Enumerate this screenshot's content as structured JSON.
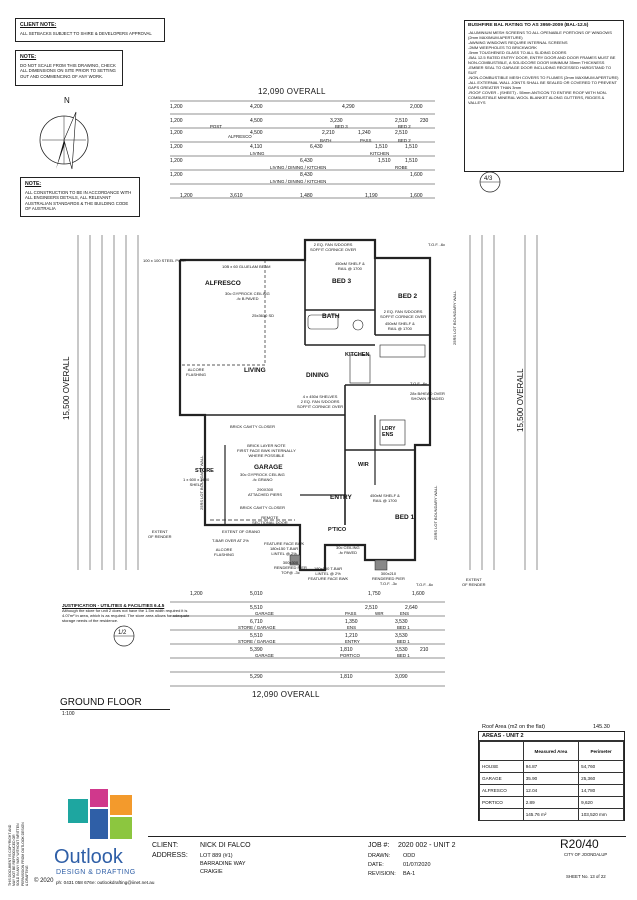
{
  "notes": {
    "client_note": {
      "title": "CLIENT NOTE:",
      "text": "ALL SETBACKS SUBJECT TO SHIRE & DEVELOPERS APPROVAL"
    },
    "note": {
      "title": "NOTE:",
      "text": "DO NOT SCALE FROM THIS DRAWING, CHECK ALL DIMENSIONS ON SITE PRIOR TO SETTING OUT AND COMMENCING OF ANY WORK."
    },
    "note2": {
      "title": "NOTE:",
      "text": "ALL CONSTRUCTION TO BE IN ACCORDANCE WITH ALL ENGINEERS DETAILS, ALL RELEVANT AUSTRALIAN STANDARDS & THE BUILDING CODE OF AUSTRALIA"
    }
  },
  "bushfire": {
    "title": "BUSHFIRE BAL RATING TO AS 3959-2009 (BAL-12.5)",
    "text": "-ALUMINIUM MESH SCREENS TO ALL OPENABLE PORTIONS OF WINDOWS (2mm MAXIMUM APERTURE)\n-AWNING WINDOWS REQUIRE INTERNAL SCREENS\n-2MM WEEPHOLES TO BRICKWORK\n-5mm TOUGHENED GLASS TO ALL SLIDING DOORS\n-BAL 12.5 RATED ENTRY DOOR, ENTRY DOOR AND DOOR FRAMES MUST BE NON-COMBUSTIBLE, A SOLIDCORE DOOR MINIMUM 35mm THICKNESS\n-EMBER SEAL TO GARAGE DOOR INCLUDING RECESSED HARDSTAND TO SUIT\n-NON-COMBUSTIBLE MESH COVERS TO FLUMES (2mm MAXIMUM APERTURE)\n-ALL EXTERNAL WALL JOINTS SHALL BE SEALED OR COVERED TO PREVENT GAPS GREATER THAN 3mm\n-ROOF COVER - (SHEET) - 55mm ANTICON TO ENTIRE ROOF WITH NON-COMBUSTIBLE MINERAL WOOL BLANKET ALONG GUTTERS, RIDGES & VALLEYS"
  },
  "plan": {
    "overall_top": "12,090 OVERALL",
    "overall_bottom": "12,090 OVERALL",
    "overall_left": "15,500 OVERALL",
    "overall_right": "15,500 OVERALL",
    "north": "N",
    "top_dims_row1": [
      "1,200",
      "4,200",
      "4,290",
      "2,000"
    ],
    "top_dims_row2": [
      "1,200",
      "4,500",
      "3,230",
      "2,510",
      "230"
    ],
    "top_labels_row2": [
      "POST",
      "BED 3",
      "BED 2"
    ],
    "top_labels_row3": [
      "ALFRESCO",
      "BATH",
      "PASS",
      "BED 2"
    ],
    "top_dims_row3": [
      "1,200",
      "4,500",
      "2,210",
      "1,240",
      "2,510"
    ],
    "top_dims_row4": [
      "1,200",
      "4,110",
      "6,430",
      "1,510",
      "1,510"
    ],
    "top_labels_row4": [
      "LIVING",
      "KITCHEN"
    ],
    "top_dims_row5": [
      "1,200",
      "6,430",
      "1,510",
      "1,510"
    ],
    "top_labels_row5": [
      "LIVING / DINING / KITCHEN",
      "ROBE"
    ],
    "top_dims_row6": [
      "1,200",
      "8,430",
      "1,600"
    ],
    "top_labels_row6": [
      "LIVING / DINING / KITCHEN"
    ],
    "top_dims_row7": [
      "1,200",
      "3,610",
      "1,480",
      "1,190",
      "1,600"
    ],
    "bottom_dims_row1": [
      "1,200",
      "5,010",
      "1,750",
      "1,600"
    ],
    "bottom_dims_row2": [
      "5,510",
      "2,510",
      "2,640"
    ],
    "bottom_labels_row2": [
      "GARAGE",
      "PASS",
      "WIR",
      "ENS"
    ],
    "bottom_dims_row3": [
      "6,710",
      "1,350",
      "3,530"
    ],
    "bottom_labels_row3": [
      "STORE / GARAGE",
      "ENS",
      "BED 1"
    ],
    "bottom_dims_row4": [
      "5,510",
      "1,210",
      "3,530"
    ],
    "bottom_labels_row4": [
      "STORE / GARAGE",
      "ENTRY",
      "BED 1"
    ],
    "bottom_dims_row5": [
      "5,390",
      "1,810",
      "3,530",
      "210"
    ],
    "bottom_labels_row5": [
      "GARAGE",
      "PORTICO",
      "BED 1"
    ],
    "bottom_dims_row6": [
      "5,290",
      "1,810",
      "3,090"
    ],
    "rooms": {
      "alfresco": "ALFRESCO",
      "living": "LIVING",
      "dining": "DINING",
      "bed3": "BED 3",
      "bed2": "BED 2",
      "bath": "BATH",
      "kitchen": "KITCHEN",
      "garage": "GARAGE",
      "store": "STORE",
      "entry": "ENTRY",
      "bed1": "BED 1",
      "wir": "WIR",
      "ens": "ENS",
      "ldry": "LDRY",
      "porch": "P'TICO"
    },
    "labels": {
      "steel_post": "100 x 100 STEEL POST",
      "glulam": "10B x 60 GLUELAM BEAM",
      "alfresco_ceiling": "30c GYPROCK CEILING\n-fc B.PAVED",
      "alfresco_sd": "25x3610 SD",
      "bed3_note": "2 EQ. FAN S/DOORS\nSOFFIT CORNICE OVER",
      "bed3_shelf": "450xM SHELF &\nRAIL @ 1700",
      "bed2_note": "2 EQ. FAN S/DOORS\nSOFFIT CORNICE OVER",
      "bed2_shelf": "450xM SHELF &\nRAIL @ 1700",
      "alcore_flashing": "ALCORE\nFLASHING",
      "shelves": "4 x 450d SHELVES\n2 EQ. FAN S/DOORS\nSOFFIT CORNICE OVER",
      "brick_cavity_closer": "BRICK CAVITY CLOSER",
      "brick_layer_note": "BRICK LAYER NOTE\nFIRST FACE BWK INTERNALLY\nWHERE POSSIBLE",
      "garage_ceiling": "30c GYPROCK CEILING\n-fc GRANO",
      "attached_piers": "290X300\nATTACHED PIERS",
      "brick_cavity_closer2": "BRICK CAVITY CLOSER",
      "remote_door": "REMOTE\nSECTIONAL DOOR",
      "extent_grano": "EXTENT OF GRANO",
      "tbar": "T-BAR OVER AT 2%",
      "alcore2": "ALCORE\nFLASHING",
      "feature_face": "FEATURE FACE BWK\n180x150 T-BAR\nLINTEL @ 2%",
      "rendered_pier": "300x300\nRENDERED PIER\nTOF@ -3c",
      "porch_ceiling": "30c CEILING\n-fc PAVED",
      "feature_face2": "180x150 T-BAR\nLINTEL @ 2%\nFEATURE FACE BWK",
      "rendered_pier2": "300x210\nRENDERED PIER\nT.O.F. -3c",
      "bed1_shelf": "450xM SHELF &\nRAIL @ 1700",
      "bulkhead": "28x B/HEAD OVER\nSHOWN SHADED",
      "extent_render_l": "EXTENT\nOF RENDER",
      "extent_render_r": "EXTENT\nOF RENDER",
      "tof_top": "T.O.F. -6c",
      "tof_mid": "T.O.F. -6c",
      "tof_bot": "T.O.F. -6c",
      "boundary_left": "25RS LOT BOUNDARY WALL",
      "boundary_right": "25RS LOT BOUNDARY WALL",
      "boundary_right2": "25RS LOT BOUNDARY WALL",
      "store_note": "1 x 600 x 1800\nSHELF"
    },
    "justification": {
      "title": "JUSTIFICATION - UTILITIES & FACILITIES 6.4.5",
      "text": "Although the store for unit 2 does not have the 1.5m width required it is 4.07m² in area, which is as required. The store area allows for adequate storage needs of the residence."
    },
    "floor_title": "GROUND FLOOR",
    "scale": "1:100",
    "sheet_markers": {
      "top": "4/3",
      "bottom": "1/2"
    }
  },
  "roof_area": {
    "label": "Roof Area (m2 on the flat)",
    "value": "145.30"
  },
  "areas": {
    "title": "AREAS - UNIT 2",
    "headers": [
      "",
      "Measured Area",
      "Perimeter"
    ],
    "rows": [
      [
        "HOUSE",
        "94.87",
        "54,760"
      ],
      [
        "GARAGE",
        "35.90",
        "25,360"
      ],
      [
        "ALFRESCO",
        "12.04",
        "14,780"
      ],
      [
        "PORTICO",
        "2.89",
        "9,620"
      ]
    ],
    "total": [
      "",
      "145.76 m²",
      "103,520 mm"
    ]
  },
  "title_block": {
    "client_label": "CLIENT:",
    "client_value": "NICK DI FALCO",
    "address_label": "ADDRESS:",
    "address_value": "LOT 889  (#1)\nBARRADINE WAY\nCRAIGIE",
    "job_label": "JOB #:",
    "job_value": "2020 002 - UNIT 2",
    "drawn_label": "DRAWN:",
    "drawn_value": "ODD",
    "date_label": "DATE:",
    "date_value": "01/07/2020",
    "revision_label": "REVISION:",
    "revision_value": "BA-1",
    "code": "R20/40",
    "council": "CITY OF JOONDALUP",
    "sheet": "SHEET No. 13 of 22"
  },
  "logo": {
    "name": "Outlook",
    "sub": "DESIGN & DRAFTING",
    "phone": "ph: 0431 058 676",
    "email": "e: outlookdrafting@iinet.net.au",
    "copyright": "© 2020"
  },
  "copyright_text": "THIS DOCUMENT IS COPYRIGHT AND\nMAY NOT BE REPRODUCED OR\nSOLD IN ANY WAY WITHOUT WRITTEN\nPERMISSION FROM OUTLOOK DESIGN\n& DRAFTING",
  "colors": {
    "logo_blue": "#2f5fa7",
    "logo_teal": "#1ea6a0",
    "logo_green": "#8cc63f",
    "logo_magenta": "#d0388c",
    "logo_orange": "#f39a2c"
  }
}
